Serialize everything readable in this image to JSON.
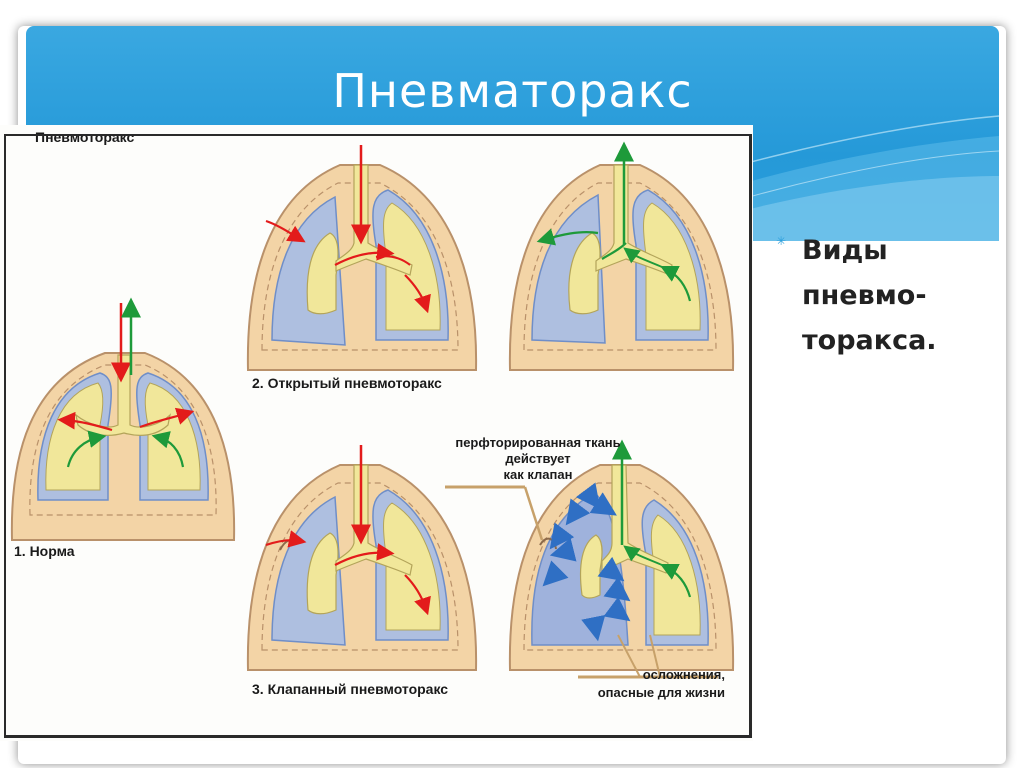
{
  "slide": {
    "title": "Пневматоракс"
  },
  "figure": {
    "heading": "Пневмоторакс",
    "label_normal": "1. Норма",
    "label_open": "2. Открытый пневмоторакс",
    "label_valve": "3. Клапанный пневмоторакс",
    "annotation_valve_line1": "перфторированная ткань",
    "annotation_valve_line2": "действует",
    "annotation_valve_line3": "как клапан",
    "annotation_danger_line1": "осложнения,",
    "annotation_danger_line2": "опасные для жизни"
  },
  "bullet": {
    "line1": "Виды",
    "line2": "пневмо-",
    "line3": "торакса."
  },
  "colors": {
    "header_blue": "#2599d8",
    "accent_blue": "#2b9fdc",
    "lung_yellow": "#f1e79a",
    "pleura_blue": "#aebfe0",
    "chest_tan": "#f3d4a6",
    "arrow_red": "#e31b1b",
    "arrow_green": "#1e9a3a"
  }
}
